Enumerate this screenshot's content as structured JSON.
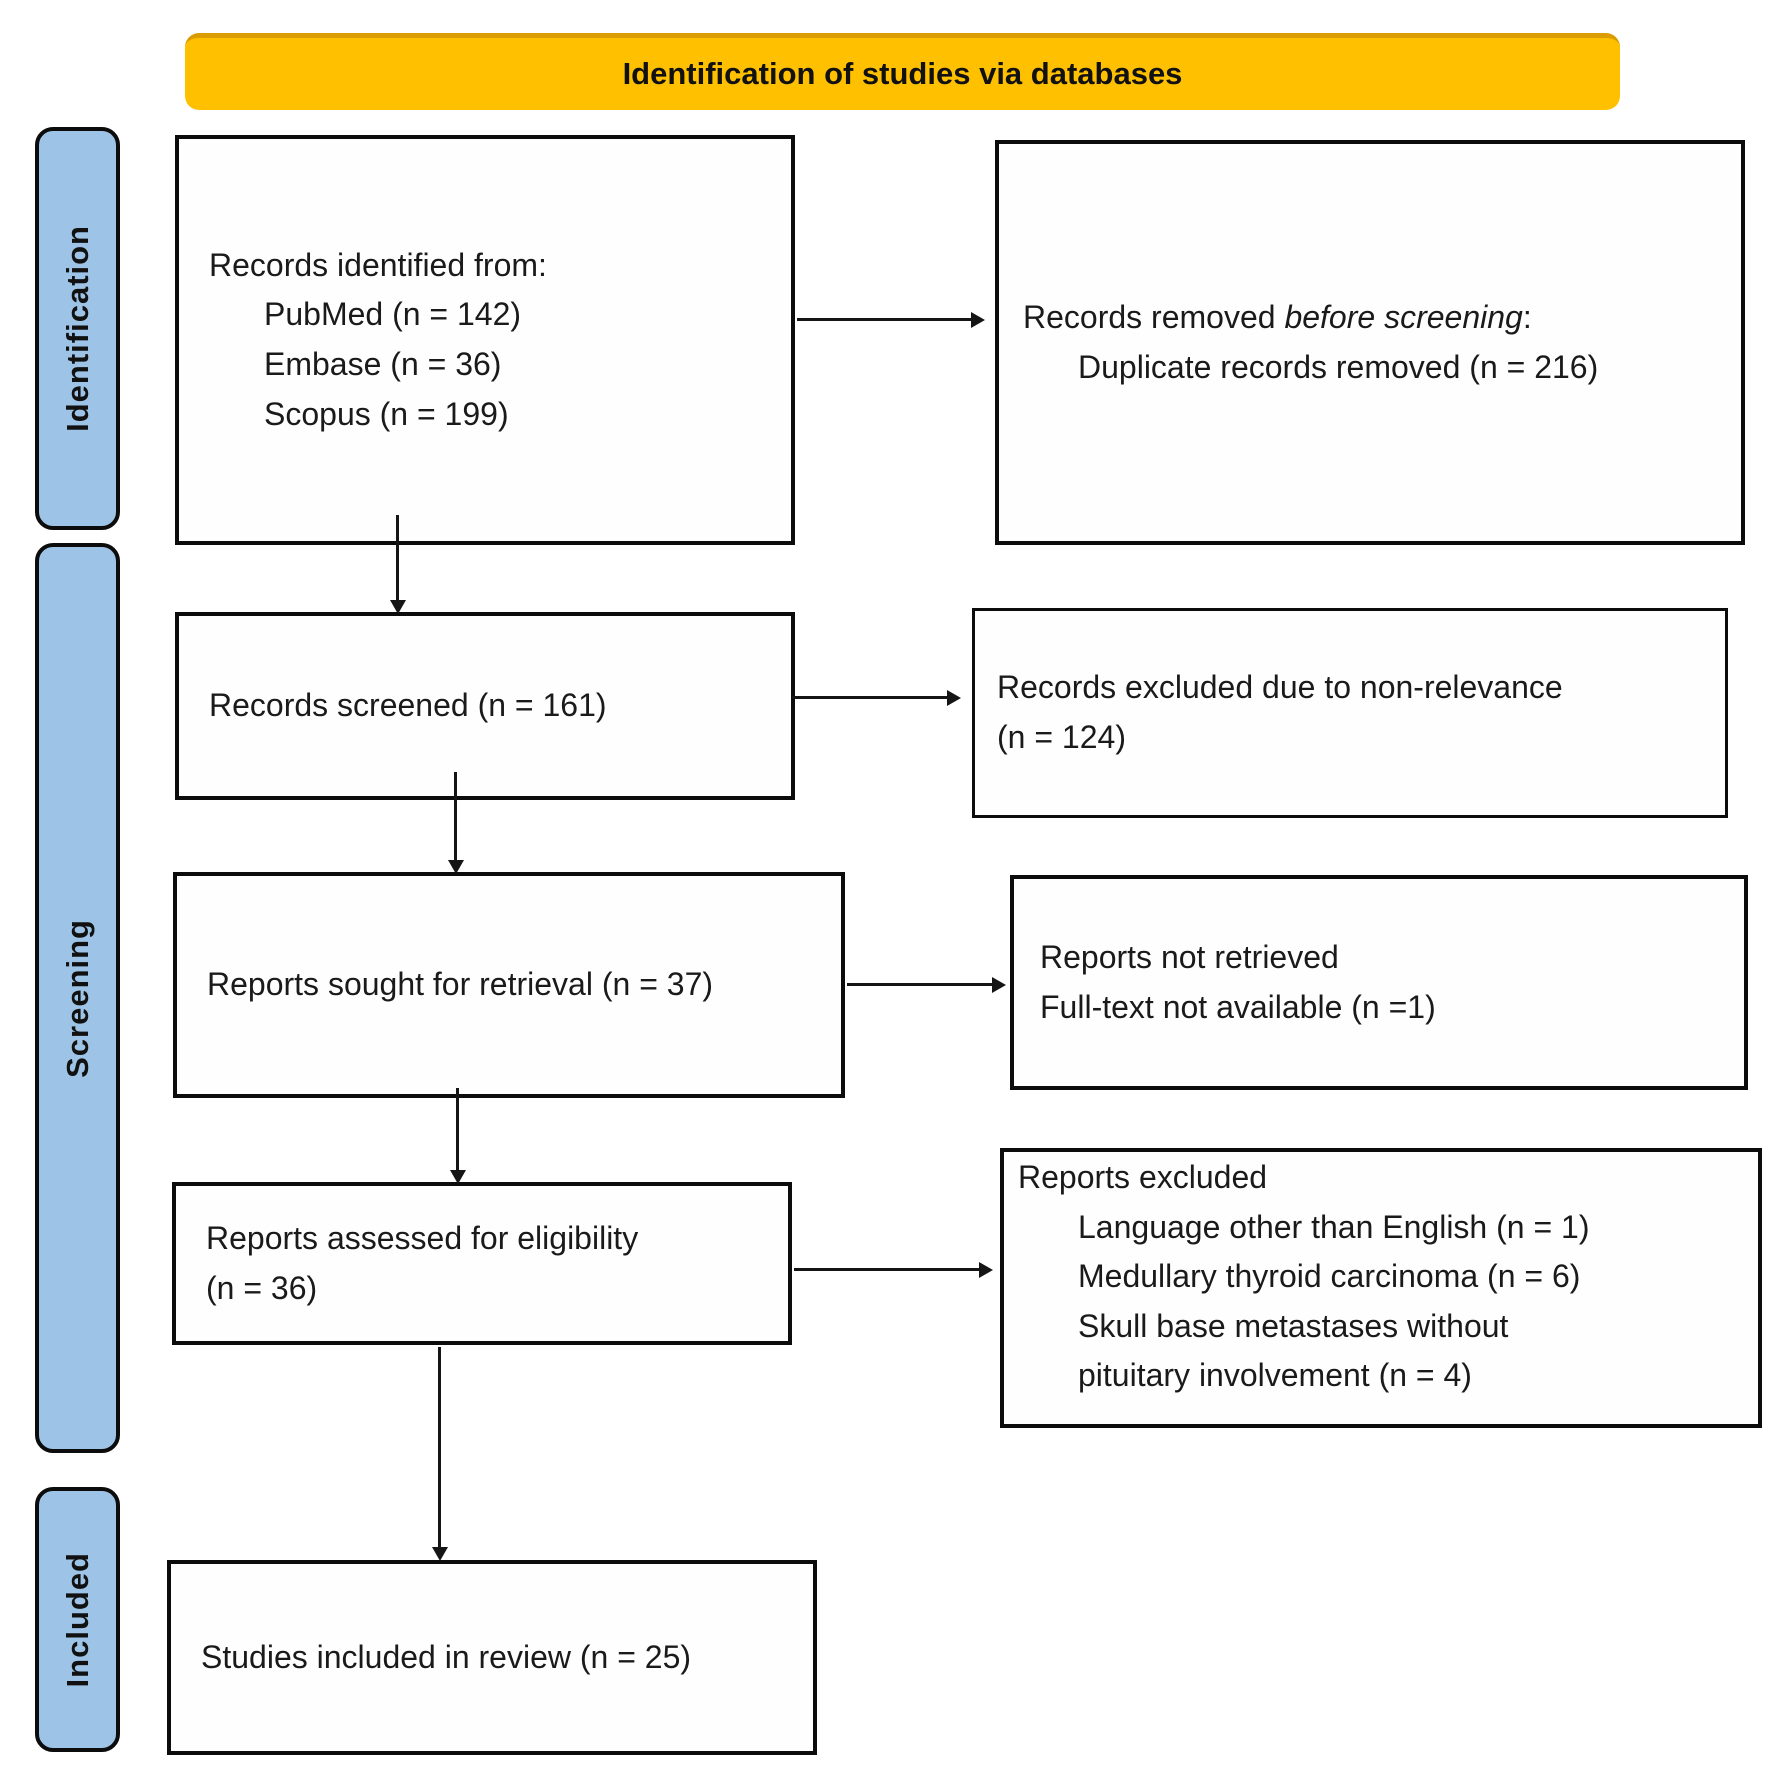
{
  "header": {
    "title": "Identification of studies via databases"
  },
  "colors": {
    "banner_bg": "#FFC000",
    "stage_bg": "#9DC3E6",
    "box_border": "#000000"
  },
  "stage_labels": [
    {
      "id": "identification",
      "label": "Identification"
    },
    {
      "id": "screening",
      "label": "Screening"
    },
    {
      "id": "included",
      "label": "Included"
    }
  ],
  "boxes": {
    "records_identified": {
      "intro": "Records identified from:",
      "items": [
        "PubMed (n = 142)",
        "Embase (n = 36)",
        "Scopus (n = 199)"
      ]
    },
    "records_removed": {
      "prefix": "Records removed ",
      "italic": "before screening",
      "suffix": ":",
      "items": [
        "Duplicate records removed (n = 216)"
      ]
    },
    "records_screened": {
      "text": "Records screened (n = 161)"
    },
    "records_excluded": {
      "line1": "Records excluded due to non-relevance",
      "line2": "(n = 124)"
    },
    "reports_sought": {
      "text": "Reports sought for retrieval (n = 37)"
    },
    "reports_not_retrieved": {
      "line1": "Reports not retrieved",
      "line2": "Full-text not available (n =1)"
    },
    "reports_assessed": {
      "line1": "Reports assessed for eligibility",
      "line2": "(n = 36)"
    },
    "reports_excluded": {
      "title": "Reports excluded",
      "items": [
        "Language other than English (n = 1)",
        "Medullary thyroid carcinoma (n = 6)",
        "Skull base metastases without pituitary involvement (n = 4)"
      ]
    },
    "studies_included": {
      "text": "Studies included in review (n = 25)"
    }
  }
}
